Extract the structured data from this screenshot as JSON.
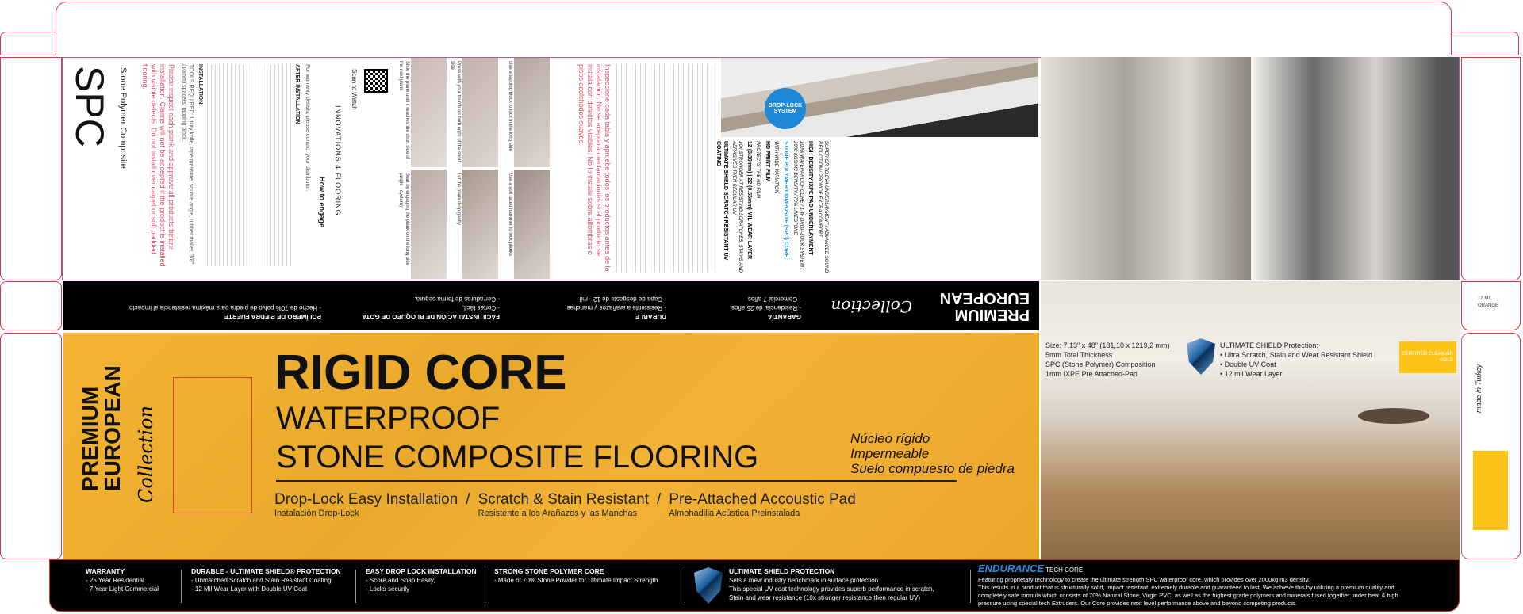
{
  "side_panel": {
    "title": "SPC",
    "subtitle": "Stone Polymer Composite",
    "warning": "Please inspect each plank and approve all products before installation. Claims will not be accepted if the product is installed with visible defects. Do not install over carpet or soft padded flooring.",
    "tools": "TOOLS REQUIRED: Utility knife, tape measure, square angle, rubber mallet, 3/8\" (10mm) spacers, tapping block.",
    "installation_heading": "INSTALLATION:",
    "after_heading": "AFTER INSTALLATION",
    "warranty_note": "For warranty details, please contact your distributor.",
    "engage_title": "How to engage",
    "scan_label": "Scan to Watch",
    "brand": "INNOVATIONS 4 FLOORING",
    "steps": [
      "Start by engaging the plank on the long side (angle - system)",
      "Slide the plank until it reaches the short side of the next plank",
      "Let the plank drop gently",
      "Press with your thumb on both ends of the short side",
      "Use a soft faced hammer to lock planks",
      "Use a tapping block to lock in the long side"
    ],
    "spanish_warning": "Inspeccione cada tabla y apruebe todos los productos antes de la instalación. No se aceptarán reclamaciones si el producto se instala con defectos visibles. No lo instale sobre alfombras o pisos acolchados suaves.",
    "layers": [
      {
        "title": "ULTIMATE SHIELD SCRATCH RESISTANT UV COATING",
        "desc": "10X STRONGER AT RESISTING SCRATCHES, STAINS AND ABRASIVES THEN REGULAR UV"
      },
      {
        "title": "12 (0.30mm) | 22 (0.55mm) MIL WEAR LAYER",
        "desc": "PROTECTS THE HD FILM"
      },
      {
        "title": "HD PRINT FILM",
        "desc": "WITH WIDE VARIATION"
      },
      {
        "title": "STONE POLYMER COMPOSITE (SPC) CORE",
        "desc": "100% WATERPROOF CORE / 1.4F DROP-LOCK SYSTEM / 2000 KGS/M3 DENSITY / 70% LIMESTONE"
      },
      {
        "title": "HIGH DENSITY IXPE PAD UNDERLAYMENT",
        "desc": "SUPERIOR TO EVA UNDERLAYMENT / ADVANCED SOUND REDUCTION / PROVIDE EXTRA COMFORT"
      }
    ],
    "badge": "DROP-LOCK SYSTEM"
  },
  "band": {
    "brand_line1": "PREMIUM",
    "brand_line2": "EUROPEAN",
    "brand_script": "Collection",
    "columns": [
      {
        "title": "GARANTÍA",
        "lines": [
          "- Residencial de 25 años.",
          "- Comercial 7 años"
        ]
      },
      {
        "title": "DURABLE",
        "lines": [
          "- Resistente a arañazos y manchas",
          "- Capa de desgaste de 12 - mil"
        ]
      },
      {
        "title": "FÁCIL INSTALACIÓN DE BLOQUEO DE GOTA",
        "lines": [
          "- Cortes fácil,",
          "- Cerraduras de forma segura."
        ]
      },
      {
        "title": "POLÍMERO DE PIEDRA FUERTE",
        "lines": [
          "- Hecho de 70% polvo de piedra para máxima resistencia al impacto"
        ]
      }
    ]
  },
  "main": {
    "brand_line1": "PREMIUM",
    "brand_line2": "EUROPEAN",
    "brand_script": "Collection",
    "headline": "RIGID CORE",
    "line2": "WATERPROOF",
    "line3": "STONE COMPOSITE FLOORING",
    "spanish": [
      "Núcleo rígido",
      "Impermeable",
      "Suelo compuesto de piedra"
    ],
    "features": [
      {
        "en": "Drop-Lock Easy Installation",
        "es": "Instalación Drop-Lock"
      },
      {
        "en": "Scratch & Stain Resistant",
        "es": "Resistente a los Arañazos y las Manchas"
      },
      {
        "en": "Pre-Attached Accoustic Pad",
        "es": "Almohadilla Acústica Preinstalada"
      }
    ],
    "separator": "/"
  },
  "specs": {
    "lines": [
      "Size: 7,13\" x 48\" (181,10 x 1219,2 mm)",
      "5mm Total  Thickness",
      "SPC (Stone Polymer) Composition",
      "1mm IXPE Pre Attached-Pad"
    ],
    "shield_title": "ULTIMATE SHIELD Protection:",
    "shield_points": [
      "• Ultra Scratch, Stain and Wear Resistant Shield",
      "• Double UV Coat",
      "• 12 mil Wear Layer"
    ],
    "cert": "CERTIFIED CLEAN AIR GOLD"
  },
  "right_flap": {
    "label1": "12 MIL",
    "label2": "ORANGE",
    "made_in": "made in Turkey"
  },
  "bottom": {
    "columns": [
      {
        "title": "WARRANTY",
        "lines": [
          "- 25 Year Residential",
          "- 7 Year Light Commercial"
        ]
      },
      {
        "title": "DURABLE - ULTIMATE SHIELD® PROTECTION",
        "lines": [
          "- Unmatched Scratch and Stain Resistant Coating",
          "- 12 Mil Wear Layer with Double UV Coat"
        ]
      },
      {
        "title": "EASY DROP LOCK INSTALLATION",
        "lines": [
          "- Score and Snap Easily,",
          "- Locks securily"
        ]
      },
      {
        "title": "STRONG STONE POLYMER CORE",
        "lines": [
          "- Made of 70% Stone Powder for Ultimate Impact Strength"
        ]
      }
    ],
    "shield": {
      "title": "ULTIMATE SHIELD PROTECTION",
      "lines": [
        "Sets a mew industry benchmark in surface protection",
        "This special UV coat technology provides superb performance in scratch,",
        "Stain and wear resistance (10x stronger resistance then regular UV)"
      ]
    },
    "endurance": {
      "brand": "ENDURANCE",
      "suffix": "TECH CORE",
      "lines": [
        "Featuring proprietary technology to create the ultimate strength SPC waterproof core, which provides over 2000kg m3 density.",
        "This results in a product that is structurally solid, impact resistant, extremely durable and guaranteed to last. We achieve this by utilizing a premium quality and",
        "completely safe formula which consists of 70% Natural Stone, Virgin PVC, as well as the highest grade polymers and minerals fused together under heat & high",
        "pressure using special tech Extruders. Our Core provides next level performance above and beyond competing products."
      ]
    }
  }
}
